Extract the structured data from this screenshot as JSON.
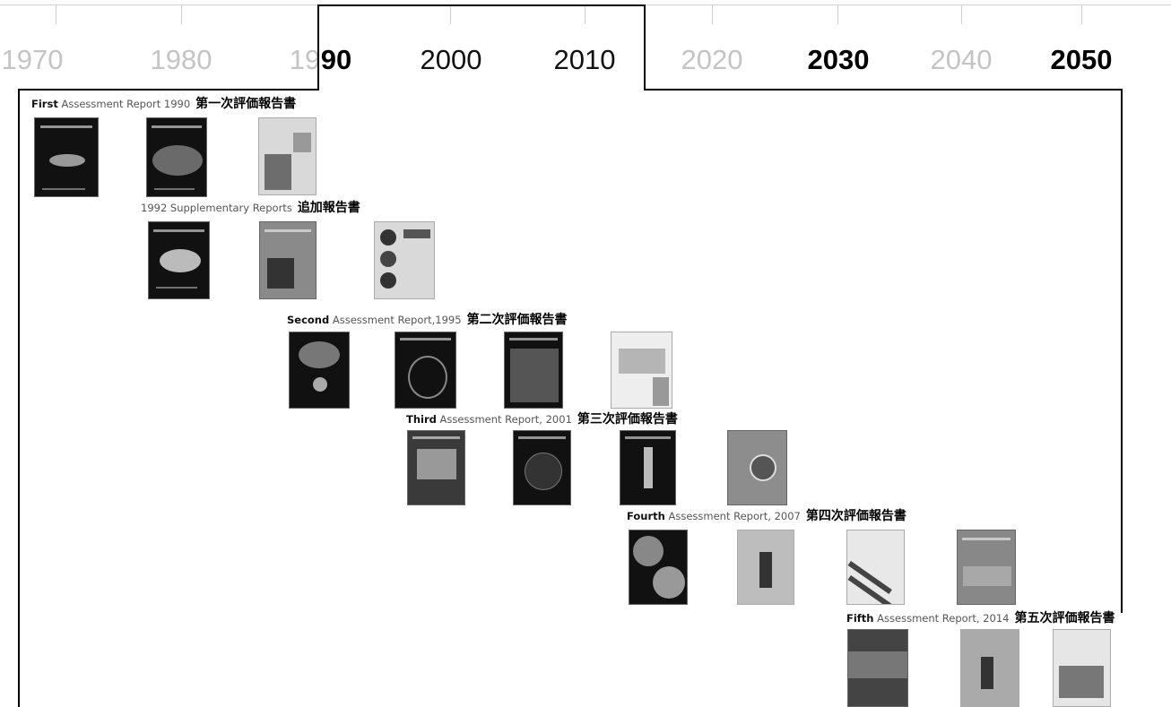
{
  "timeline": {
    "years": [
      {
        "label": "1970",
        "style": "dim"
      },
      {
        "label": "1980",
        "style": "dim"
      },
      {
        "label": "19",
        "style": "dim"
      },
      {
        "label": "90",
        "style": "bold"
      },
      {
        "label": "2000",
        "style": "norm"
      },
      {
        "label": "2010",
        "style": "norm"
      },
      {
        "label": "2020",
        "style": "dim"
      },
      {
        "label": "2030",
        "style": "bold"
      },
      {
        "label": "2040",
        "style": "dim"
      },
      {
        "label": "2050",
        "style": "bold"
      }
    ]
  },
  "reports": [
    {
      "lead": "First",
      "rest": " Assessment Report 1990",
      "jp": "第一次評価報告書"
    },
    {
      "lead": "",
      "rest": "1992 Supplementary Reports",
      "jp": "追加報告書"
    },
    {
      "lead": "Second",
      "rest": " Assessment Report,1995",
      "jp": "第二次評価報告書"
    },
    {
      "lead": "Third",
      "rest": " Assessment Report, 2001",
      "jp": "第三次評価報告書"
    },
    {
      "lead": "Fourth",
      "rest": " Assessment Report, 2007",
      "jp": "第四次評価報告書"
    },
    {
      "lead": "Fifth",
      "rest": " Assessment Report, 2014",
      "jp": "第五次評価報告書"
    }
  ]
}
